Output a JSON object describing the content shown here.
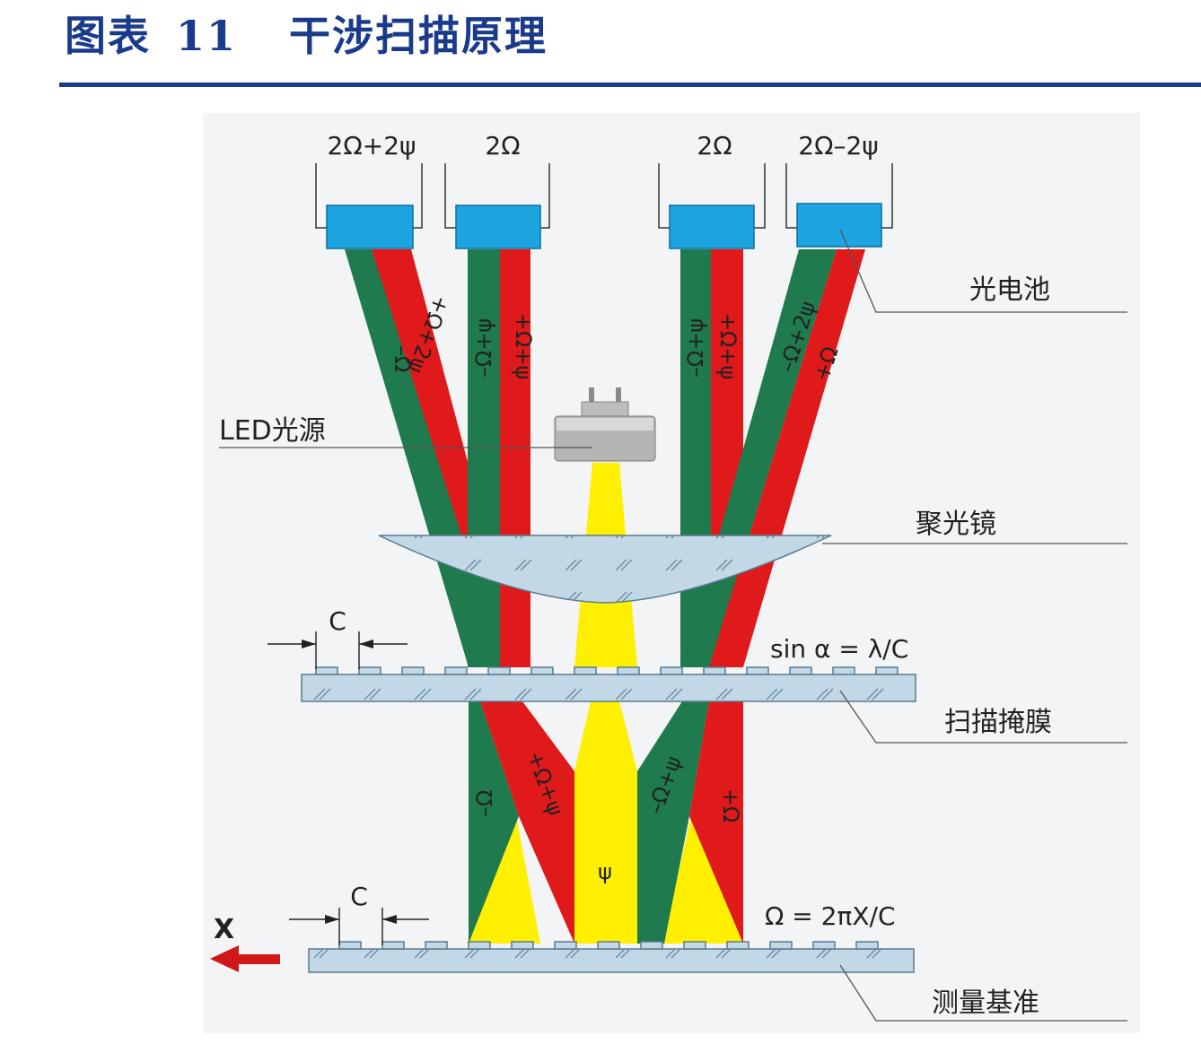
{
  "header": {
    "figure_label": "图表",
    "figure_number": "11",
    "figure_title": "干涉扫描原理"
  },
  "diagram": {
    "detectors": [
      {
        "phase_label": "2Ω+2ψ"
      },
      {
        "phase_label": "2Ω"
      },
      {
        "phase_label": "2Ω"
      },
      {
        "phase_label": "2Ω–2ψ"
      }
    ],
    "callouts": {
      "photocell": "光电池",
      "led_source": "LED光源",
      "condenser_lens": "聚光镜",
      "scanning_mask": "扫描掩膜",
      "measuring_standard": "测量基准"
    },
    "equations": {
      "mask": "sin α = λ/C",
      "scale": "Ω = 2πX/C"
    },
    "period_label_mask": "C",
    "period_label_scale": "C",
    "direction_label": "X",
    "upper_beam_labels": {
      "b1_green": "–Ω",
      "b1_red": "+Ω+2ψ",
      "b2_green": "–Ω+ψ",
      "b2_red": "+Ω+ψ",
      "b3_green": "–Ω+ψ",
      "b3_red": "+Ω+ψ",
      "b4_green": "–Ω+2ψ",
      "b4_red": "+Ω"
    },
    "lower_beam_labels": {
      "left_green": "–Ω",
      "left_red": "+Ω+ψ",
      "center_yellow": "ψ",
      "right_green": "–Ω+ψ",
      "right_red": "+Ω"
    },
    "colors": {
      "green": "#1f7a4e",
      "red": "#e0191b",
      "yellow": "#ffef00",
      "detector": "#1ea4e0",
      "glass": "#c3d8e6",
      "title": "#1a3a8c",
      "arrow": "#d01818"
    }
  }
}
